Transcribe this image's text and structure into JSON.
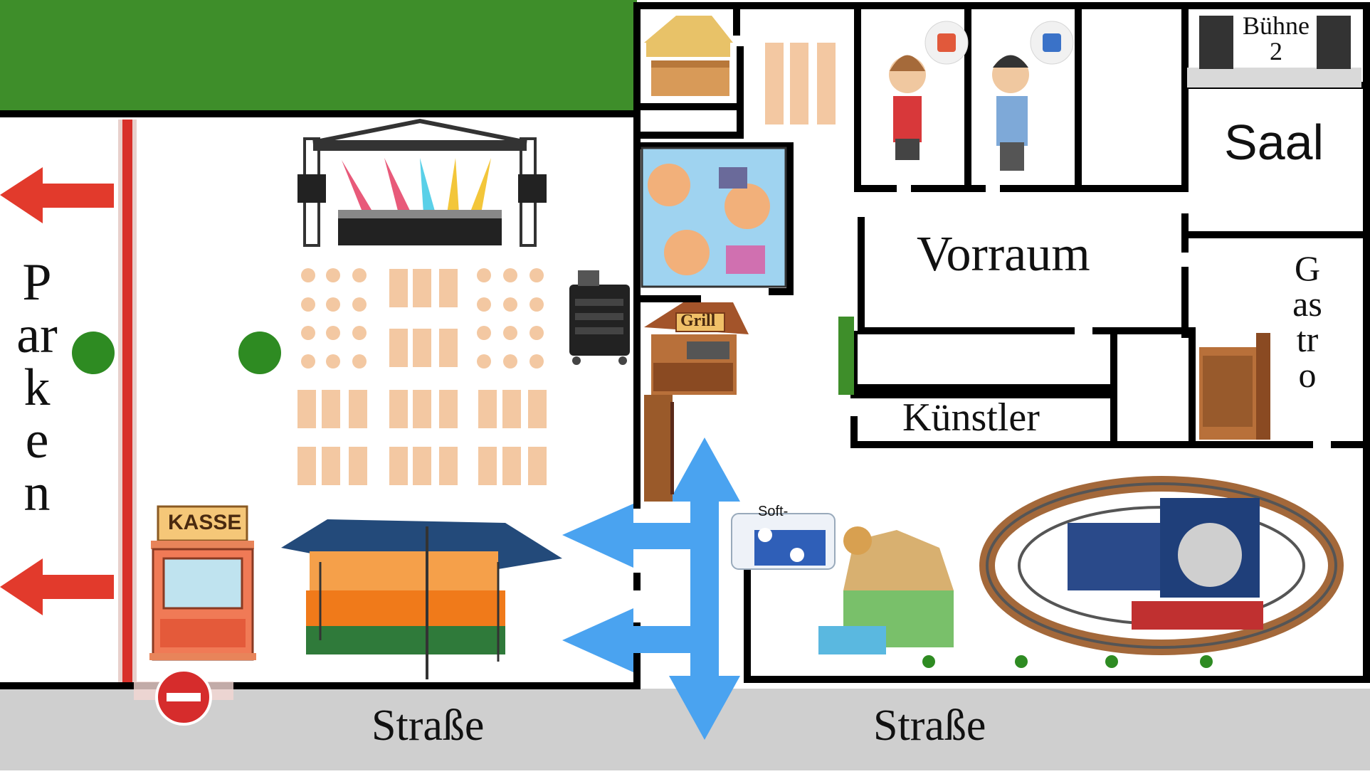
{
  "labels": {
    "parken": "Parken",
    "strasse_left": "Straße",
    "strasse_right": "Straße",
    "vorraum": "Vorraum",
    "kuenstler": "Künstler",
    "saal": "Saal",
    "gastro": "Gastro",
    "buehne2": "Bühne",
    "buehne2_num": "2",
    "kasse": "KASSE",
    "grill": "Grill",
    "soft": "Soft-"
  },
  "colors": {
    "grass": "#3e8e2a",
    "street": "#cfcfcf",
    "wall": "#000000",
    "arrow_red": "#e23a2c",
    "arrow_blue": "#4aa3f0",
    "seat": "#f3c8a2",
    "marker_green": "#2e8b22"
  },
  "icons": [
    "stage-icon",
    "cash-booth-icon",
    "food-trailer-icon",
    "dj-mixer-icon",
    "face-paint-icon",
    "grill-stand-icon",
    "bar-shelf-icon",
    "tiki-bar-icon",
    "women-restroom-icon",
    "men-restroom-icon",
    "bouncy-castle-icon",
    "softplay-icon",
    "toy-train-icon",
    "no-entry-sign-icon"
  ]
}
